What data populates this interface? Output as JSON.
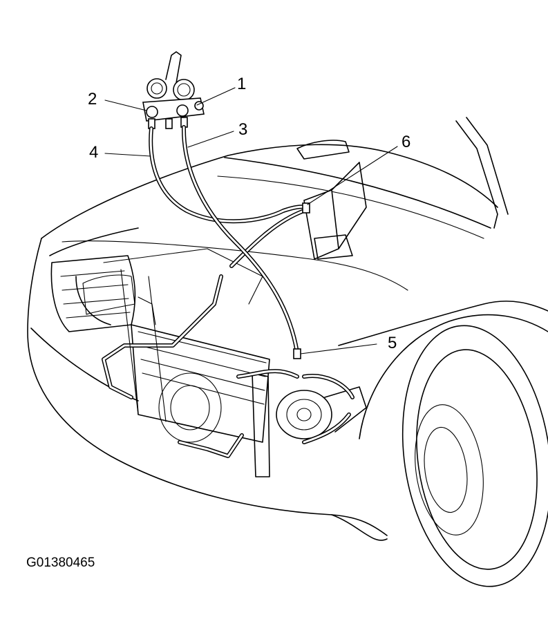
{
  "diagram": {
    "callouts": [
      {
        "id": "callout-1",
        "label": "1"
      },
      {
        "id": "callout-2",
        "label": "2"
      },
      {
        "id": "callout-3",
        "label": "3"
      },
      {
        "id": "callout-4",
        "label": "4"
      },
      {
        "id": "callout-5",
        "label": "5"
      },
      {
        "id": "callout-6",
        "label": "6"
      }
    ],
    "figure_id": "G01380465"
  }
}
